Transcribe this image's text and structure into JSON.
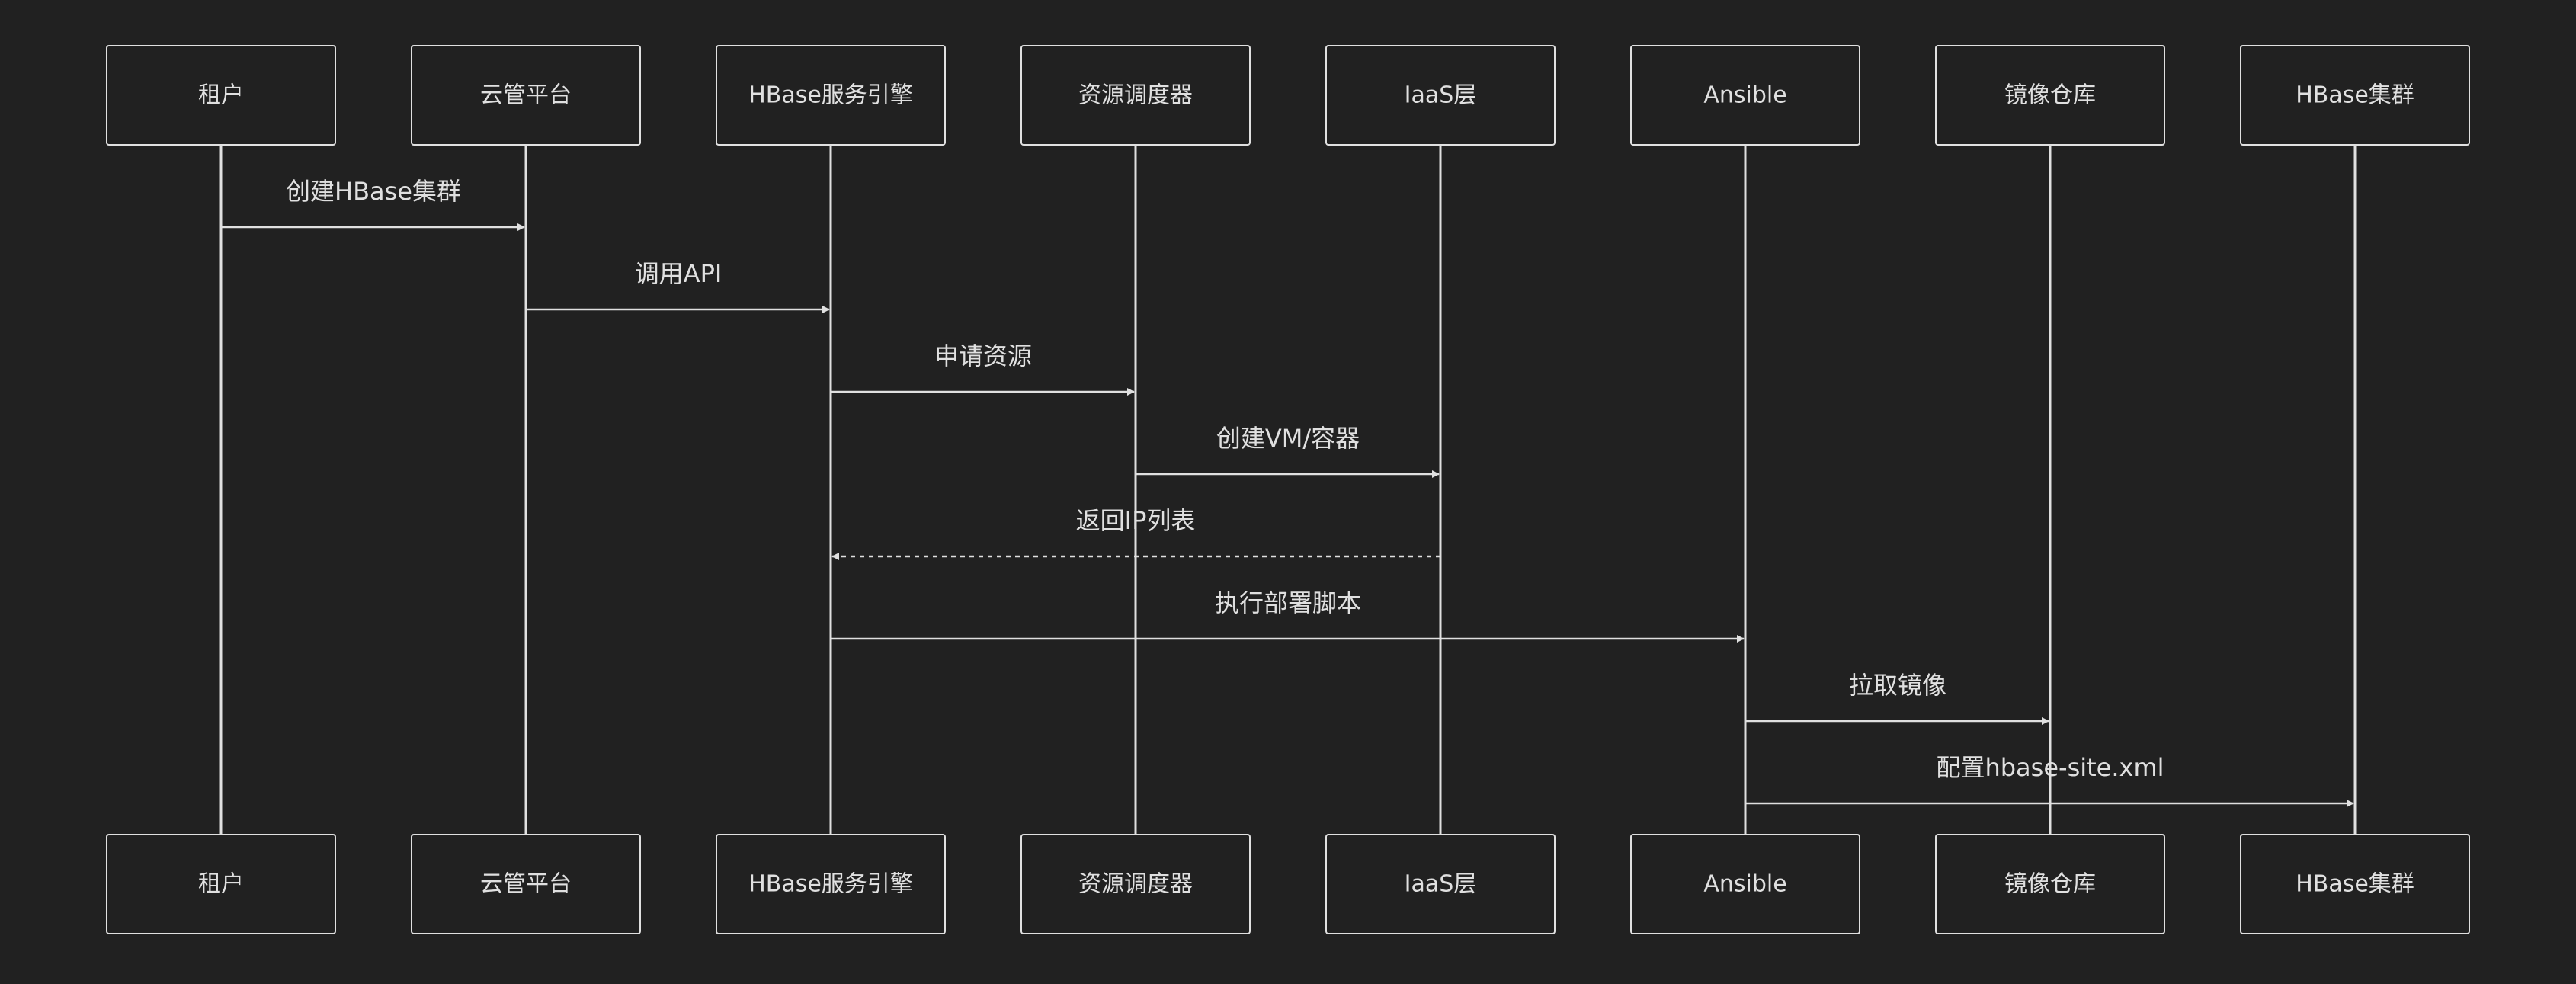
{
  "participants": [
    {
      "id": "tenant",
      "label": "租户"
    },
    {
      "id": "cloud",
      "label": "云管平台"
    },
    {
      "id": "engine",
      "label": "HBase服务引擎"
    },
    {
      "id": "scheduler",
      "label": "资源调度器"
    },
    {
      "id": "iaas",
      "label": "IaaS层"
    },
    {
      "id": "ansible",
      "label": "Ansible"
    },
    {
      "id": "registry",
      "label": "镜像仓库"
    },
    {
      "id": "cluster",
      "label": "HBase集群"
    }
  ],
  "messages": [
    {
      "from": "tenant",
      "to": "cloud",
      "label": "创建HBase集群",
      "style": "solid"
    },
    {
      "from": "cloud",
      "to": "engine",
      "label": "调用API",
      "style": "solid"
    },
    {
      "from": "engine",
      "to": "scheduler",
      "label": "申请资源",
      "style": "solid"
    },
    {
      "from": "scheduler",
      "to": "iaas",
      "label": "创建VM/容器",
      "style": "solid"
    },
    {
      "from": "iaas",
      "to": "engine",
      "label": "返回IP列表",
      "style": "dashed"
    },
    {
      "from": "engine",
      "to": "ansible",
      "label": "执行部署脚本",
      "style": "solid"
    },
    {
      "from": "ansible",
      "to": "registry",
      "label": "拉取镜像",
      "style": "solid"
    },
    {
      "from": "ansible",
      "to": "cluster",
      "label": "配置hbase-site.xml",
      "style": "solid"
    }
  ],
  "colors": {
    "background": "#212121",
    "stroke": "#e0e0e0",
    "text": "#e0e0e0"
  }
}
